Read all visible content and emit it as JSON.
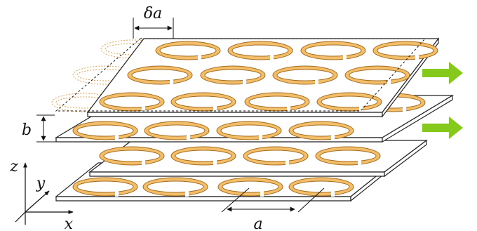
{
  "labels": {
    "delta_a": "δa",
    "b": "b",
    "a": "a",
    "axis_x": "x",
    "axis_y": "y",
    "axis_z": "z"
  },
  "colors": {
    "ring_fill": "#f3be6a",
    "ring_edge": "#a56b1c",
    "ring_hole": "#ffffff",
    "ring_ghost": "#e2a04e",
    "board_fill": "#ffffff",
    "board_edge": "#222222",
    "arrow": "#84c91b",
    "line": "#111111"
  },
  "layers": {
    "board_count": 4,
    "ghost_layer": true,
    "direction_arrows": 2
  }
}
